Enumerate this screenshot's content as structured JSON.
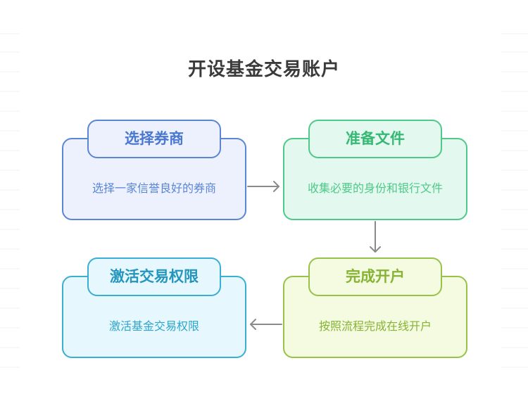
{
  "title": "开设基金交易账户",
  "steps": [
    {
      "heading": "选择券商",
      "description": "选择一家信誉良好的券商",
      "color": "#5b86d6"
    },
    {
      "heading": "准备文件",
      "description": "收集必要的身份和银行文件",
      "color": "#4fc989"
    },
    {
      "heading": "完成开户",
      "description": "按照流程完成在线开户",
      "color": "#98c24a"
    },
    {
      "heading": "激活交易权限",
      "description": "激活基金交易权限",
      "color": "#3aaed3"
    }
  ],
  "arrow_color": "#8a8a8a"
}
